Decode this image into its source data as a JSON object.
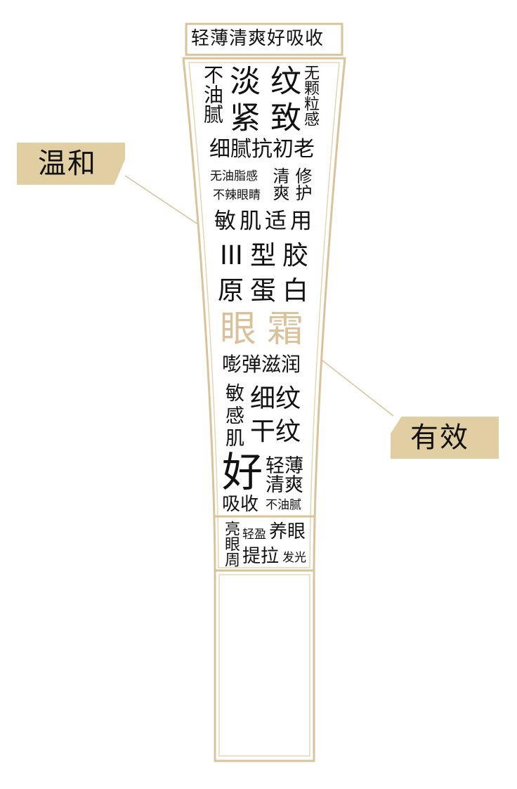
{
  "colors": {
    "gold": "#d8c29b",
    "tag_fill": "#e2cea3",
    "outline": "#d9c39a",
    "text": "#111111"
  },
  "header": "轻薄清爽好吸收",
  "tags": {
    "left": "温和",
    "right": "有效"
  },
  "block1": {
    "left_vertical": "不油腻",
    "big_left": "淡紧",
    "big_right": "纹致",
    "right_vertical": "无颗粒感"
  },
  "line_anti_aging": "细腻抗初老",
  "block2": {
    "no_oil": "无油脂感",
    "no_sting": "不辣眼睛",
    "fresh": "清爽",
    "repair": "修护"
  },
  "sensitive_use": [
    "敏",
    "肌",
    "适",
    "用"
  ],
  "collagen": [
    "III",
    "型",
    "胶",
    "原",
    "蛋",
    "白"
  ],
  "product": [
    "眼",
    "霜"
  ],
  "bouncy": "嘭弹滋润",
  "block3": {
    "left_vertical": "敏感肌",
    "line1": "细纹",
    "line2": "干纹"
  },
  "block4": {
    "good": "好",
    "light_a": "轻薄",
    "light_b": "清爽",
    "absorb": "吸收",
    "no_greasy": "不油腻"
  },
  "block5": {
    "bright_eye": "亮眼周",
    "light_moist": "轻盈",
    "nourish": "养眼",
    "lift": "提拉",
    "glow": "发光"
  }
}
